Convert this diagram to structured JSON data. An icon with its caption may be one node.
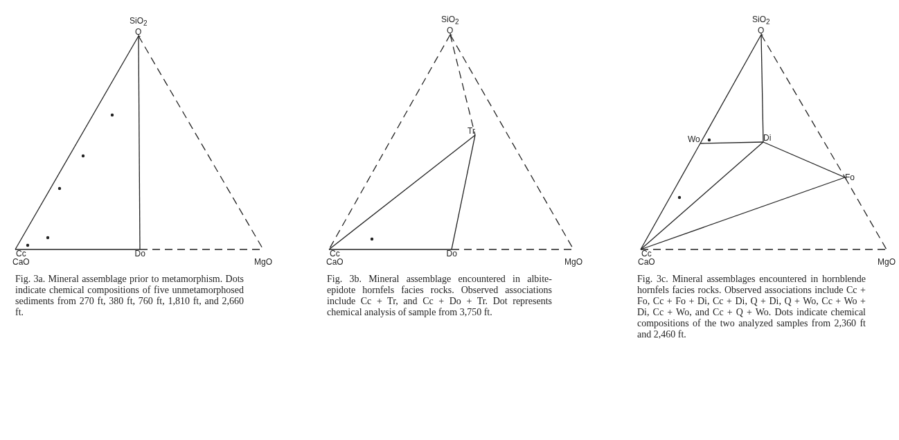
{
  "diagram": {
    "nodes": [
      {
        "text": [
          "SiO$_{2}$",
          "Q"
        ]
      },
      {
        "text": [
          "Cc",
          "CaO"
        ]
      },
      {
        "text": [
          "Do"
        ]
      },
      {
        "text": [
          "MgO"
        ]
      },
      {
        "text": [
          "SiO$_{2}$",
          "Q"
        ]
      },
      {
        "text": [
          "Tr"
        ]
      },
      {
        "text": [
          "Cc",
          "CaO"
        ]
      },
      {
        "text": [
          "Do"
        ]
      },
      {
        "text": [
          "MgO"
        ]
      },
      {
        "text": [
          "SiO$_{2}$",
          "Q"
        ]
      },
      {
        "text": [
          "Wo"
        ]
      },
      {
        "text": [
          "Di"
        ]
      },
      {
        "text": [
          "Fo"
        ]
      },
      {
        "text": [
          "Cc",
          "CaO"
        ]
      },
      {
        "text": [
          "MgO"
        ]
      }
    ],
    "edges": [
      {
        "from": 0,
        "to": 1,
        "arrow": "none"
      },
      {
        "from": 0,
        "to": 3,
        "arrow": "none",
        "style": "dashed"
      },
      {
        "from": 1,
        "to": 2,
        "arrow": "none"
      },
      {
        "from": 2,
        "to": 3,
        "arrow": "none",
        "style": "dashed"
      },
      {
        "from": 0,
        "to": 2,
        "arrow": "none"
      },
      {
        "from": 4,
        "to": 6,
        "arrow": "none",
        "style": "dashed"
      },
      {
        "from": 4,
        "to": 8,
        "arrow": "none",
        "style": "dashed"
      },
      {
        "from": 4,
        "to": 5,
        "arrow": "none",
        "style": "dashed"
      },
      {
        "from": 6,
        "to": 7,
        "arrow": "none"
      },
      {
        "from": 7,
        "to": 8,
        "arrow": "none",
        "style": "dashed"
      },
      {
        "from": 6,
        "to": 5,
        "arrow": "none"
      },
      {
        "from": 7,
        "to": 5,
        "arrow": "none"
      },
      {
        "from": 9,
        "to": 10,
        "arrow": "none"
      },
      {
        "from": 10,
        "to": 13,
        "arrow": "none"
      },
      {
        "from": 9,
        "to": 11,
        "arrow": "none"
      },
      {
        "from": 10,
        "to": 11,
        "arrow": "none"
      },
      {
        "from": 13,
        "to": 11,
        "arrow": "none"
      },
      {
        "from": 11,
        "to": 12,
        "arrow": "none"
      },
      {
        "from": 13,
        "to": 12,
        "arrow": "none"
      },
      {
        "from": 9,
        "to": 12,
        "arrow": "none",
        "style": "dashed"
      },
      {
        "from": 12,
        "to": 14,
        "arrow": "none",
        "style": "dashed"
      },
      {
        "from": 13,
        "to": 14,
        "arrow": "none",
        "style": "dashed"
      }
    ],
    "labels": [
      "Fig. 3a. Mineral assemblage prior to metamorphism. Dots indicate chemical compositions of five unmetamorphosed sediments from 270 ft, 380 ft, 760 ft, 1,810 ft, and 2,660 ft.",
      "Fig. 3b. Mineral assemblage encountered in albite-epidote hornfels facies rocks. Observed associations include Cc + Tr, and Cc + Do + Tr. Dot represents chemical analysis of sample from 3,750 ft.",
      "Fig. 3c. Mineral assemblages encountered in hornblende hornfels facies rocks. Observed associations include Cc + Fo, Cc + Fo + Di, Cc + Di, Q + Di, Q + Wo, Cc + Wo + Di, Cc + Wo, and Cc + Q + Wo. Dots indicate chemical compositions of the two analyzed samples from 2,360 ft and 2,460 ft."
    ]
  }
}
